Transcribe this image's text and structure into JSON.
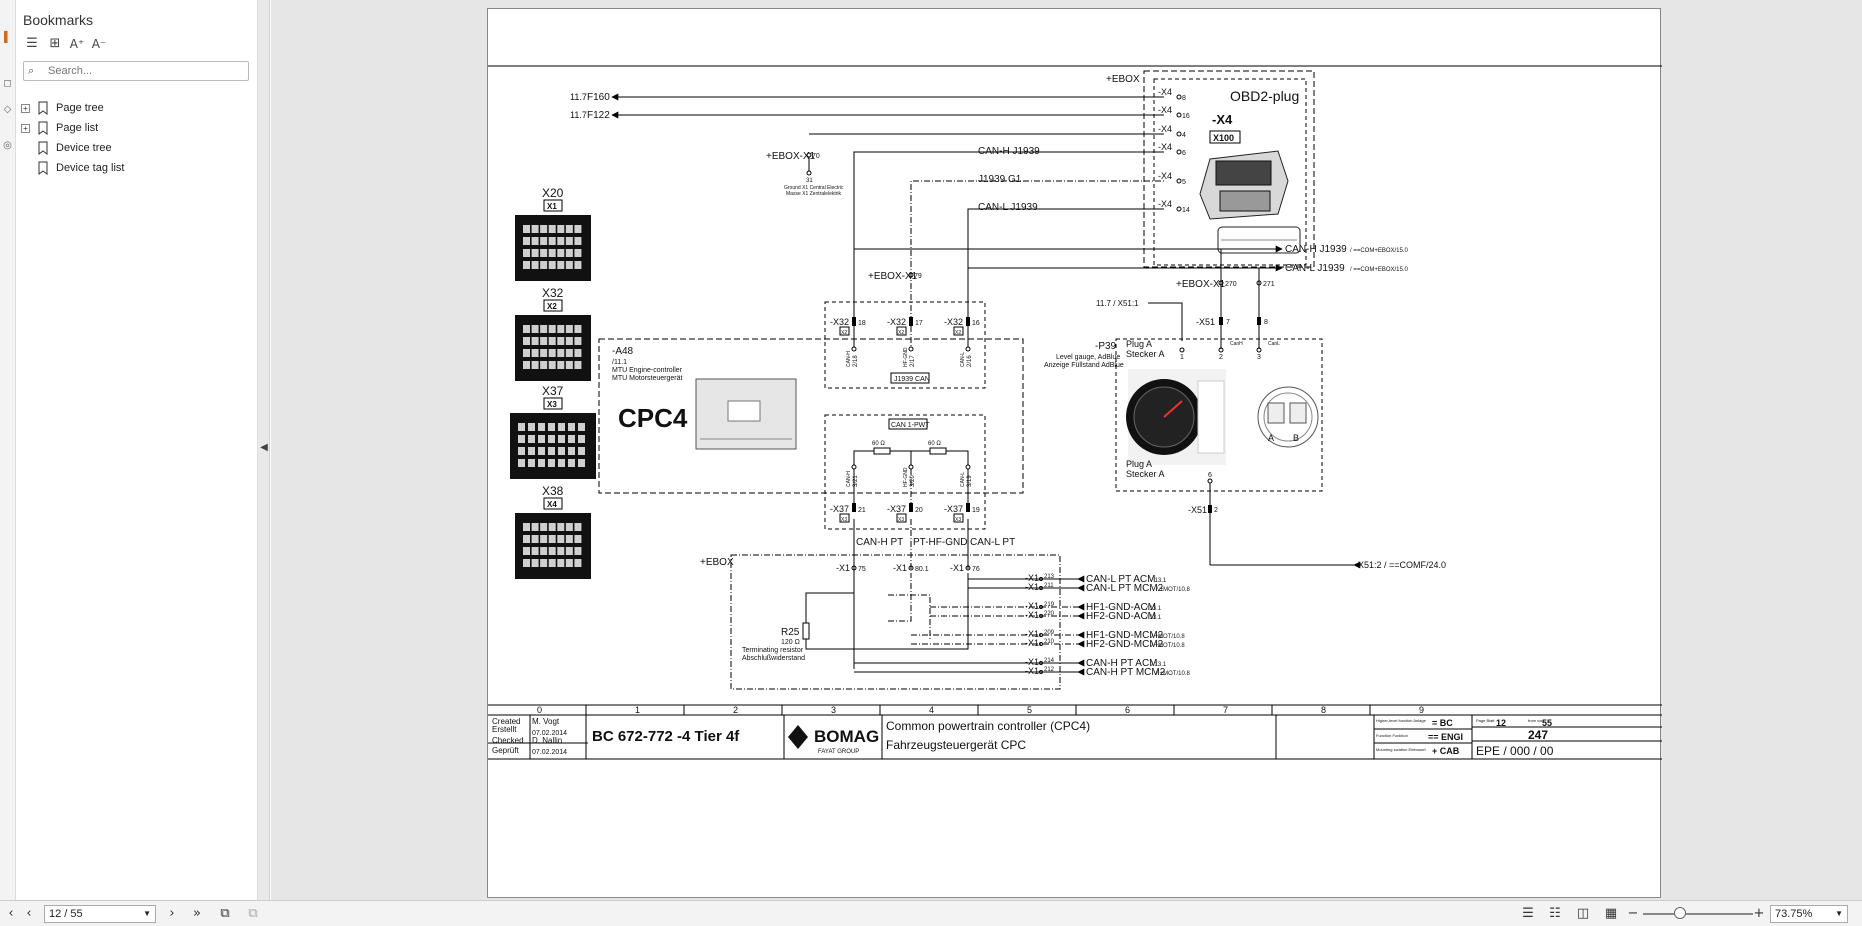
{
  "panel": {
    "title": "Bookmarks",
    "search_placeholder": "Search...",
    "tree": [
      {
        "label": "Page tree",
        "expandable": true
      },
      {
        "label": "Page list",
        "expandable": true
      },
      {
        "label": "Device tree",
        "expandable": false
      },
      {
        "label": "Device tag list",
        "expandable": false
      }
    ]
  },
  "status": {
    "page_indicator": "12 / 55",
    "zoom": "73.75%"
  },
  "drawing": {
    "ebox": "+EBOX",
    "obd": {
      "tag": "-X4",
      "title": "OBD2-plug",
      "sub": "X100",
      "pins": [
        "8",
        "16",
        "4",
        "6",
        "5",
        "14"
      ],
      "pin_label": "-X4"
    },
    "inputs": [
      {
        "ref": "11.7",
        "label": "F160"
      },
      {
        "ref": "11.7",
        "label": "F122"
      }
    ],
    "ebox_x1_70": "+EBOX-X1",
    "pin70": "70",
    "pin31": "31",
    "ground_en": "Ground X1 Central Electric",
    "ground_de": "Masse X1 Zentralelektrik",
    "can_h_j": "CAN-H J1939",
    "j_g1": "J1939 G1",
    "can_l_j": "CAN-L J1939",
    "out_can_h": "CAN-H J1939",
    "out_can_h_ref": "/ ==COM+EBOX/15.0",
    "out_can_l": "CAN-L J1939",
    "out_can_l_ref": "/ ==COM+EBOX/15.0",
    "ebox_x1_79": "+EBOX-X1",
    "pin79": "79",
    "ebox_x1_270": "+EBOX-X1",
    "pin270": "270",
    "pin271": "271",
    "x51_1": "11.7 / X51:1",
    "x51_tag": "-X51",
    "x51_pins": [
      "7",
      "8"
    ],
    "connectors": [
      {
        "name": "X20",
        "sub": "X1"
      },
      {
        "name": "X32",
        "sub": "X2"
      },
      {
        "name": "X37",
        "sub": "X3"
      },
      {
        "name": "X38",
        "sub": "X4"
      }
    ],
    "a48": {
      "tag": "-A48",
      "ref": "/11.1",
      "en": "MTU Engine-controller",
      "de": "MTU Motorsteuergerät",
      "cpc": "CPC4"
    },
    "x32_pins": [
      {
        "tag": "-X32",
        "pin": "18",
        "sub": "X2",
        "pinlabel": "2/18",
        "sig": "CAN-H"
      },
      {
        "tag": "-X32",
        "pin": "17",
        "sub": "X2",
        "pinlabel": "2/17",
        "sig": "HF-GND"
      },
      {
        "tag": "-X32",
        "pin": "16",
        "sub": "X2",
        "pinlabel": "2/16",
        "sig": "CAN-L"
      }
    ],
    "j1939_can": "J1939 CAN",
    "can1_pwt": "CAN 1-PWT",
    "res1": "60 Ω",
    "res2": "60 Ω",
    "x37_pins": [
      {
        "tag": "-X37",
        "pin": "21",
        "sub": "X3",
        "pinlabel": "3/21",
        "sig": "CAN-H"
      },
      {
        "tag": "-X37",
        "pin": "20",
        "sub": "X3",
        "pinlabel": "3/20",
        "sig": "HF-GND"
      },
      {
        "tag": "-X37",
        "pin": "19",
        "sub": "X3",
        "pinlabel": "3/19",
        "sig": "CAN-L"
      }
    ],
    "p39": {
      "tag": "-P39",
      "plug": "Plug A",
      "stecker": "Stecker A",
      "en": "Level gauge, AdBlue",
      "de": "Anzeige Füllstand AdBlue",
      "pin1": "1",
      "pin2": "2",
      "pin3": "3",
      "pin6": "6",
      "can_h": "CanH",
      "can_l": "CanL",
      "plug2": "Plug A",
      "stecker2": "Stecker A",
      "a": "A",
      "b": "B"
    },
    "x51_bottom": "-X51",
    "pin2": "2",
    "x51_2": "X51:2 / ==COMF/24.0",
    "bus_labels": [
      "CAN-H PT",
      "PT-HF-GND",
      "CAN-L PT"
    ],
    "ebox2": "+EBOX",
    "x1_pins": [
      {
        "tag": "-X1",
        "pin": "75"
      },
      {
        "tag": "-X1",
        "pin": "80.1"
      },
      {
        "tag": "-X1",
        "pin": "76"
      }
    ],
    "r25": {
      "tag": "R25",
      "val": "120 Ω",
      "en": "Terminating resistor",
      "de": "Abschlußwiderstand"
    },
    "outputs": [
      {
        "pin": "213",
        "label": "CAN-L PT ACM",
        "ref": "/ 13.1"
      },
      {
        "pin": "211",
        "label": "CAN-L PT MCM2",
        "ref": "/ +MOT/10.8"
      },
      {
        "pin": "219",
        "label": "HF1-GND-ACM",
        "ref": "/ 13.1"
      },
      {
        "pin": "220",
        "label": "HF2-GND-ACM",
        "ref": "/ 13.1"
      },
      {
        "pin": "209",
        "label": "HF1-GND-MCM2",
        "ref": "/ +MOT/10.8"
      },
      {
        "pin": "210",
        "label": "HF2-GND-MCM2",
        "ref": "/ +MOT/10.8"
      },
      {
        "pin": "214",
        "label": "CAN-H PT ACM",
        "ref": "/ 13.1"
      },
      {
        "pin": "212",
        "label": "CAN-H PT MCM2",
        "ref": "/ +MOT/10.8"
      }
    ],
    "x1_out_tag": "-X1",
    "columns": [
      "0",
      "1",
      "2",
      "3",
      "4",
      "5",
      "6",
      "7",
      "8",
      "9"
    ],
    "title_block": {
      "created": "Created",
      "erstellt": "Erstellt",
      "created_by": "M. Vogt",
      "created_date": "07.02.2014",
      "checked": "Checked",
      "geprueft": "Geprüft",
      "checked_by": "D. Nallin",
      "checked_date": "07.02.2014",
      "model": "BC 672-772 -4 Tier 4f",
      "brand": "BOMAG",
      "brand_sub": "FAYAT GROUP",
      "desc_en": "Common powertrain controller (CPC4)",
      "desc_de": "Fahrzeugsteuergerät CPC",
      "f1_lbl": "Higher-level function Anlage",
      "f1_val": "= BC",
      "f2_lbl": "Function Funktion",
      "f2_val": "== ENGI",
      "f3_lbl": "Mounting location Einbauort",
      "f3_val": "+ CAB",
      "page_lbl": "Page Blatt",
      "page_val": "12",
      "from_lbl": "from von",
      "from_val": "55",
      "doc_no": "247",
      "epe": "EPE / 000 / 00"
    }
  }
}
